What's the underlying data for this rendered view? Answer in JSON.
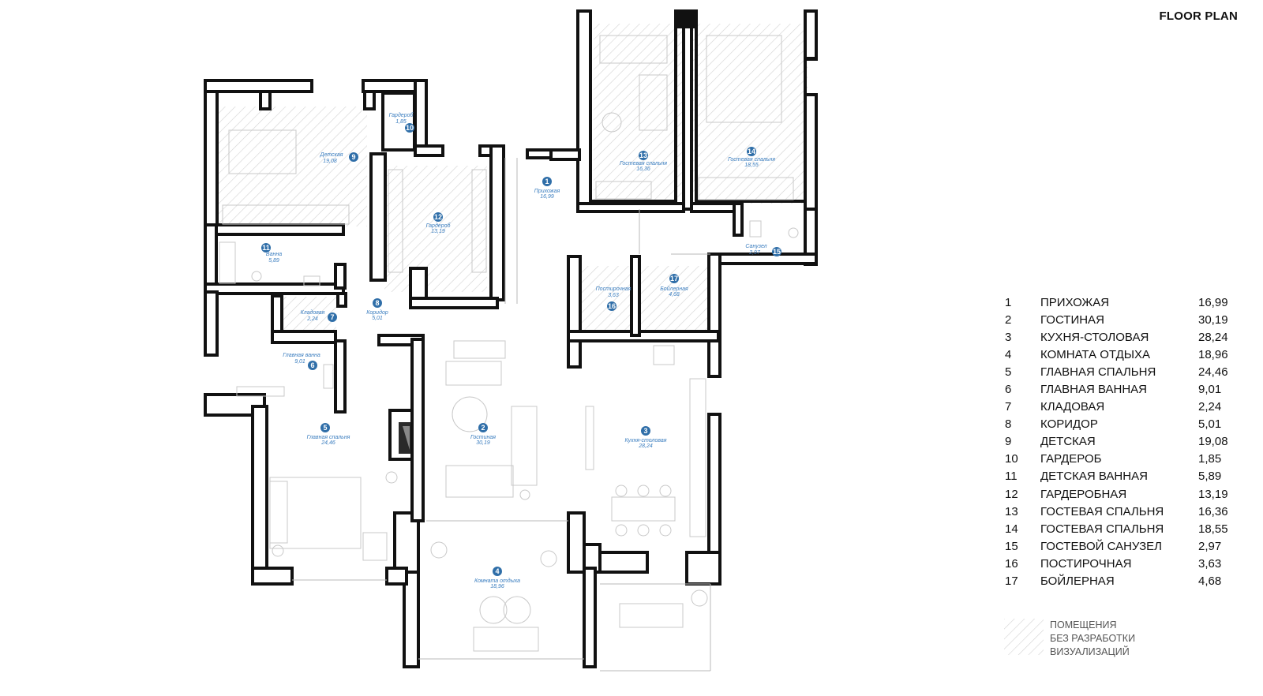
{
  "title": "FLOOR PLAN",
  "rooms": [
    {
      "num": "1",
      "name": "ПРИХОЖАЯ",
      "area": "16,99",
      "label": "Прихожая",
      "label_area": "16,99"
    },
    {
      "num": "2",
      "name": "ГОСТИНАЯ",
      "area": "30,19",
      "label": "Гостиная",
      "label_area": "30,19"
    },
    {
      "num": "3",
      "name": "КУХНЯ-СТОЛОВАЯ",
      "area": "28,24",
      "label": "Кухня-столовая",
      "label_area": "28,24"
    },
    {
      "num": "4",
      "name": "КОМНАТА ОТДЫХА",
      "area": "18,96",
      "label": "Комната отдыха",
      "label_area": "18,96"
    },
    {
      "num": "5",
      "name": "ГЛАВНАЯ СПАЛЬНЯ",
      "area": "24,46",
      "label": "Главная спальня",
      "label_area": "24,46"
    },
    {
      "num": "6",
      "name": "ГЛАВНАЯ ВАННАЯ",
      "area": "9,01",
      "label": "Главная ванна",
      "label_area": "9,01"
    },
    {
      "num": "7",
      "name": "КЛАДОВАЯ",
      "area": "2,24",
      "label": "Кладовая",
      "label_area": "2,24"
    },
    {
      "num": "8",
      "name": "КОРИДОР",
      "area": "5,01",
      "label": "Коридор",
      "label_area": "5,01"
    },
    {
      "num": "9",
      "name": "ДЕТСКАЯ",
      "area": "19,08",
      "label": "Детская",
      "label_area": "19,08"
    },
    {
      "num": "10",
      "name": "ГАРДЕРОБ",
      "area": "1,85",
      "label": "Гардероб",
      "label_area": "1,85"
    },
    {
      "num": "11",
      "name": "ДЕТСКАЯ ВАННАЯ",
      "area": "5,89",
      "label": "Ванна",
      "label_area": "5,89"
    },
    {
      "num": "12",
      "name": "ГАРДЕРОБНАЯ",
      "area": "13,19",
      "label": "Гардероб",
      "label_area": "13,19"
    },
    {
      "num": "13",
      "name": "ГОСТЕВАЯ СПАЛЬНЯ",
      "area": "16,36",
      "label": "Гостевая спальня",
      "label_area": "16,36"
    },
    {
      "num": "14",
      "name": "ГОСТЕВАЯ СПАЛЬНЯ",
      "area": "18,55",
      "label": "Гостевая спальня",
      "label_area": "18,55"
    },
    {
      "num": "15",
      "name": "ГОСТЕВОЙ САНУЗЕЛ",
      "area": "2,97",
      "label": "Санузел",
      "label_area": "2,97"
    },
    {
      "num": "16",
      "name": "ПОСТИРОЧНАЯ",
      "area": "3,63",
      "label": "Постирочная",
      "label_area": "3,63"
    },
    {
      "num": "17",
      "name": "БОЙЛЕРНАЯ",
      "area": "4,68",
      "label": "Бойлерная",
      "label_area": "4,68"
    }
  ],
  "key": {
    "lines": [
      "ПОМЕЩЕНИЯ",
      "БЕЗ РАЗРАБОТКИ",
      "ВИЗУАЛИЗАЦИЙ"
    ]
  },
  "colors": {
    "label_blue": "#3a7dbf",
    "badge_blue": "#2f6ea8",
    "wall": "#111111",
    "hatch": "#cfcfcf"
  }
}
